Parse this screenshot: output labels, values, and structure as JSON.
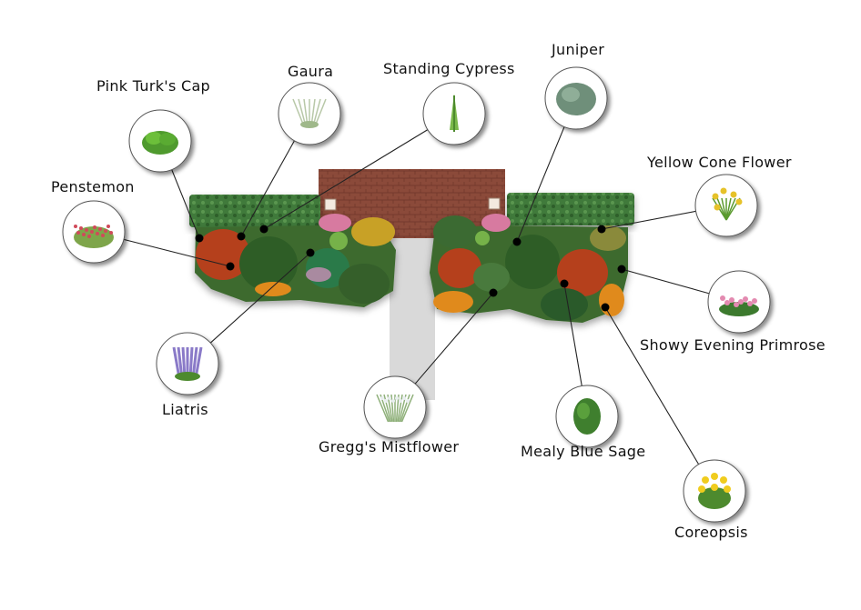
{
  "colors": {
    "hedge": "#3f7a3a",
    "brick": "#8b4a3a",
    "walkway": "#d9d9d9",
    "bed_dark": "#3d6b2f",
    "orange": "#e08a1e",
    "red": "#c23b22",
    "pink": "#d77aa0"
  },
  "plants": [
    {
      "id": "pink-turks-cap",
      "label": "Pink Turk's Cap",
      "icon": "shrub-green-icon"
    },
    {
      "id": "gaura",
      "label": "Gaura",
      "icon": "wispy-white-icon"
    },
    {
      "id": "standing-cypress",
      "label": "Standing Cypress",
      "icon": "spire-icon"
    },
    {
      "id": "juniper",
      "label": "Juniper",
      "icon": "round-shrub-icon"
    },
    {
      "id": "yellow-cone-flower",
      "label": "Yellow Cone Flower",
      "icon": "yellow-flower-icon"
    },
    {
      "id": "penstemon",
      "label": "Penstemon",
      "icon": "red-wispy-icon"
    },
    {
      "id": "showy-evening-primrose",
      "label": "Showy Evening Primrose",
      "icon": "pink-flower-icon"
    },
    {
      "id": "liatris",
      "label": "Liatris",
      "icon": "purple-spike-icon"
    },
    {
      "id": "greggs-mistflower",
      "label": "Gregg's Mistflower",
      "icon": "white-grass-icon"
    },
    {
      "id": "mealy-blue-sage",
      "label": "Mealy Blue Sage",
      "icon": "green-shrub-icon"
    },
    {
      "id": "coreopsis",
      "label": "Coreopsis",
      "icon": "yellow-daisy-icon"
    }
  ]
}
